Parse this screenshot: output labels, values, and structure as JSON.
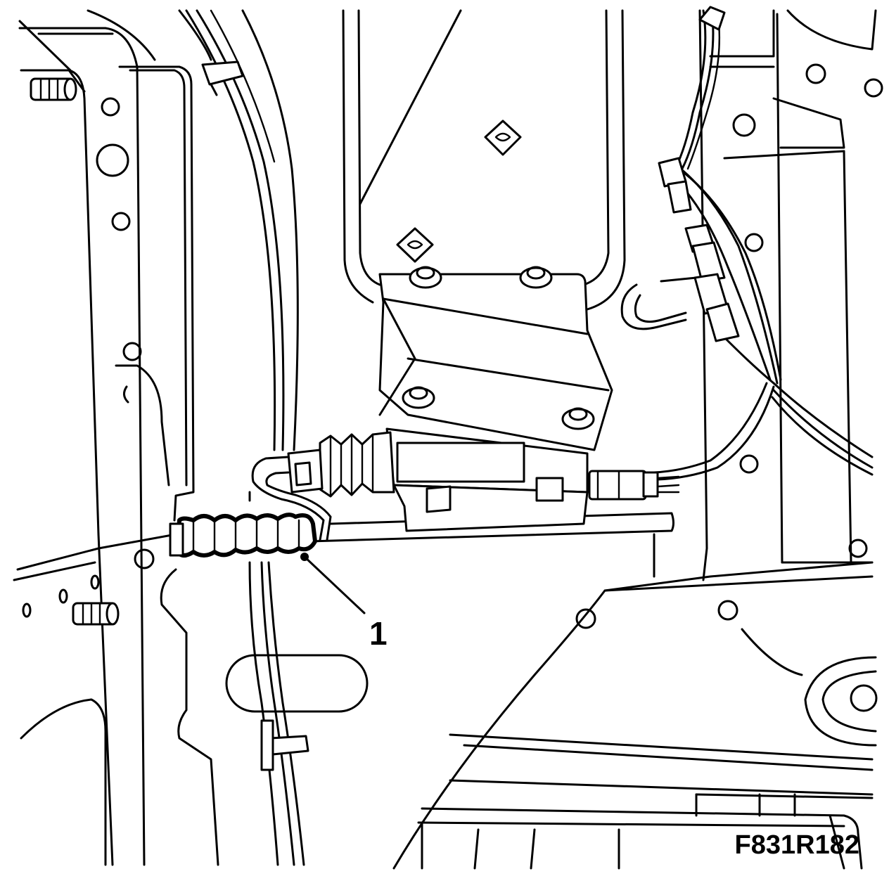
{
  "figure": {
    "code": "F831R182"
  },
  "callouts": [
    {
      "number": "1",
      "target": "cable-boot"
    }
  ]
}
